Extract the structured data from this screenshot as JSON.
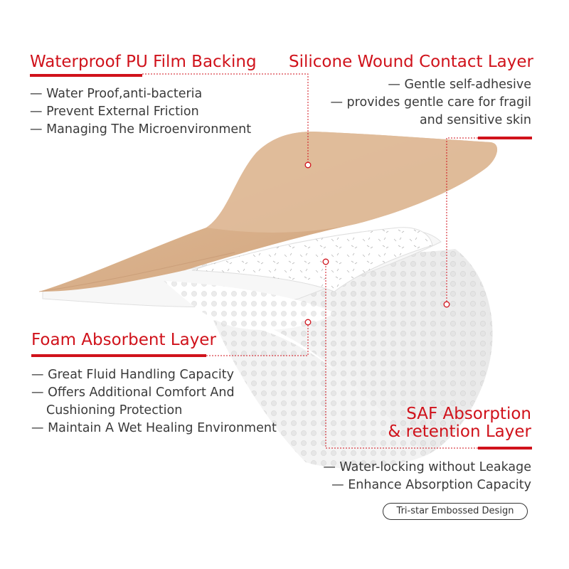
{
  "callouts": {
    "pu_film": {
      "title": "Waterproof PU Film Backing",
      "bullets": [
        "— Water Proof,anti-bacteria",
        "— Prevent External Friction",
        "— Managing The Microenvironment"
      ]
    },
    "silicone": {
      "title": "Silicone Wound Contact Layer",
      "bullets": [
        "— Gentle self-adhesive",
        "— provides gentle care for fragil",
        "and sensitive skin"
      ]
    },
    "foam": {
      "title": "Foam Absorbent Layer",
      "bullets": [
        "— Great Fluid Handling Capacity",
        "— Offers Additional Comfort And",
        "Cushioning Protection",
        "— Maintain A Wet Healing Environment"
      ]
    },
    "saf": {
      "title_line1": "SAF Absorption",
      "title_line2": "& retention Layer",
      "bullets": [
        "— Water-locking without Leakage",
        "— Enhance Absorption Capacity"
      ]
    }
  },
  "badge": "Tri-star Embossed Design",
  "colors": {
    "accent": "#d0121b",
    "text": "#3a3a3a",
    "skin": "#d9b18c",
    "layer": "#f4f4f4"
  }
}
